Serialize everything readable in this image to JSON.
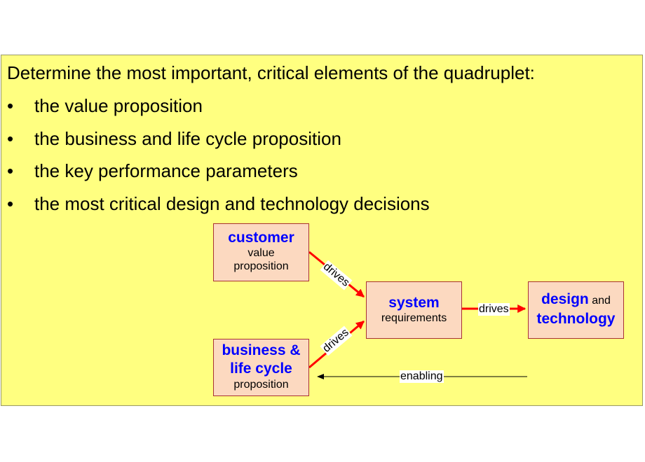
{
  "heading": "Determine the most important, critical elements of the quadruplet:",
  "bullet_symbol": "•",
  "bullets": [
    "the value proposition",
    "the business and life cycle proposition",
    "the key performance parameters",
    "the most critical design and technology decisions"
  ],
  "diagram": {
    "customer": {
      "title": "customer",
      "line1": "value",
      "line2": "proposition"
    },
    "business": {
      "title1": "business &",
      "title2": "life cycle",
      "sub": "proposition"
    },
    "system": {
      "title": "system",
      "sub": "requirements"
    },
    "design": {
      "title1": "design",
      "and": "and",
      "title2": "technology"
    },
    "edge_labels": {
      "customer_to_system": "drives",
      "business_to_system": "drives",
      "system_to_design": "drives",
      "enabling": "enabling"
    },
    "colors": {
      "box_fill": "#fcd9c0",
      "box_border": "#a83232",
      "arrow": "#ff0000",
      "title_text": "#0000ff",
      "panel": "#ffff80"
    }
  }
}
